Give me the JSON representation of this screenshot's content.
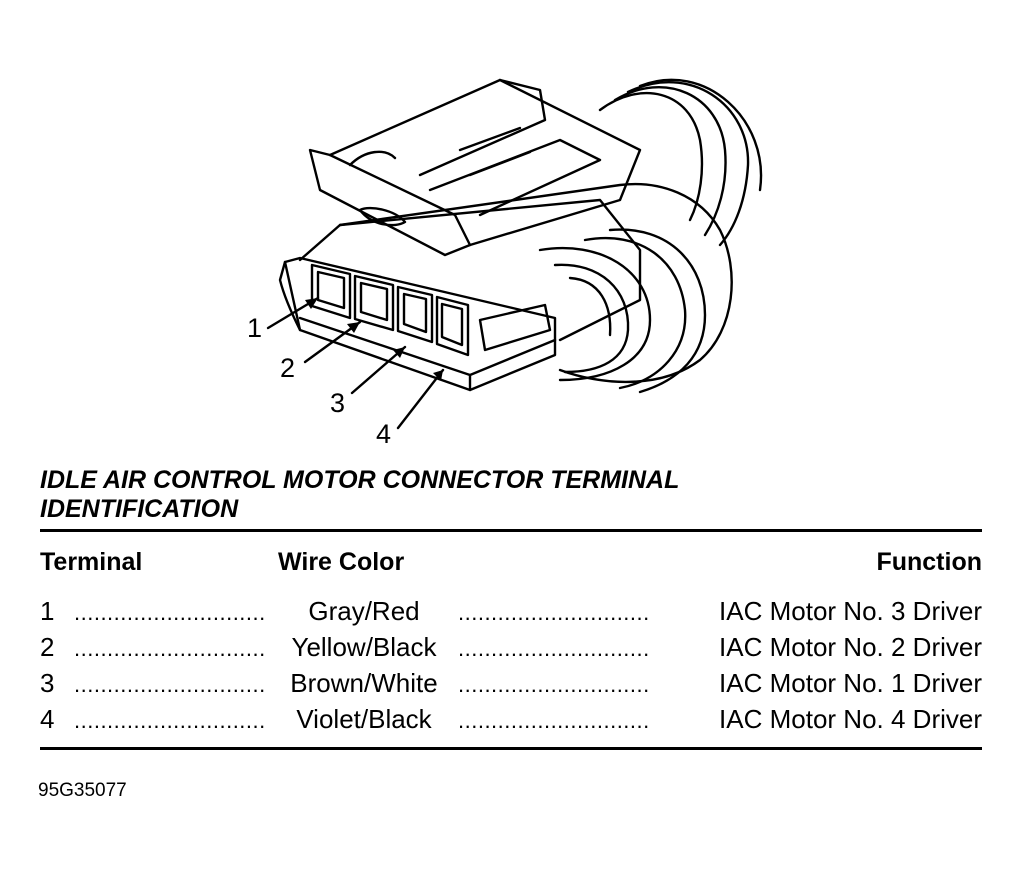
{
  "figure": {
    "callouts": [
      "1",
      "2",
      "3",
      "4"
    ]
  },
  "title": {
    "line1": "IDLE AIR CONTROL MOTOR CONNECTOR TERMINAL",
    "line2": "IDENTIFICATION"
  },
  "table": {
    "headers": {
      "terminal": "Terminal",
      "wire_color": "Wire Color",
      "function": "Function"
    },
    "rows": [
      {
        "terminal": "1",
        "wire_color": "Gray/Red",
        "function": "IAC Motor No. 3 Driver"
      },
      {
        "terminal": "2",
        "wire_color": "Yellow/Black",
        "function": "IAC Motor No. 2 Driver"
      },
      {
        "terminal": "3",
        "wire_color": "Brown/White",
        "function": "IAC Motor No. 1 Driver"
      },
      {
        "terminal": "4",
        "wire_color": "Violet/Black",
        "function": "IAC Motor No. 4 Driver"
      }
    ],
    "leader_dots": "..................................."
  },
  "figure_code": "95G35077"
}
